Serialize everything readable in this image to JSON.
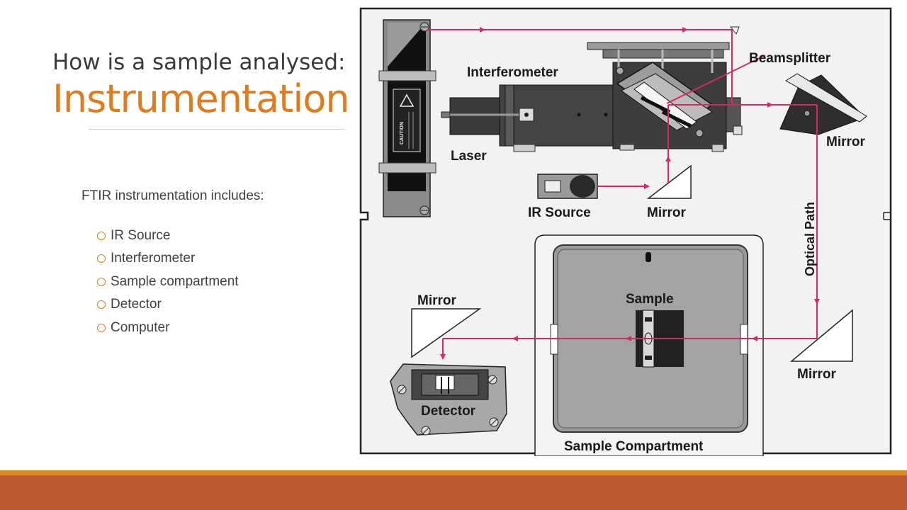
{
  "slide": {
    "subtitle": "How is a sample analysed:",
    "title": "Instrumentation"
  },
  "content": {
    "intro": "FTIR instrumentation includes:",
    "items": [
      "IR Source",
      "Interferometer",
      "Sample compartment",
      "Detector",
      "Computer"
    ]
  },
  "diagram": {
    "labels": {
      "interferometer": "Interferometer",
      "beamsplitter": "Beamsplitter",
      "laser": "Laser",
      "ir_source": "IR Source",
      "mirror_ir": "Mirror",
      "mirror_top_right": "Mirror",
      "optical_path": "Optical Path",
      "mirror_lower_right": "Mirror",
      "mirror_left": "Mirror",
      "sample": "Sample",
      "detector": "Detector",
      "sample_compartment": "Sample Compartment"
    },
    "caution": "CAUTION"
  },
  "colors": {
    "title": "#e07b1f",
    "beam": "#d42a5c",
    "footer": "#bd5b2e",
    "footer_accent": "#e08a25"
  }
}
